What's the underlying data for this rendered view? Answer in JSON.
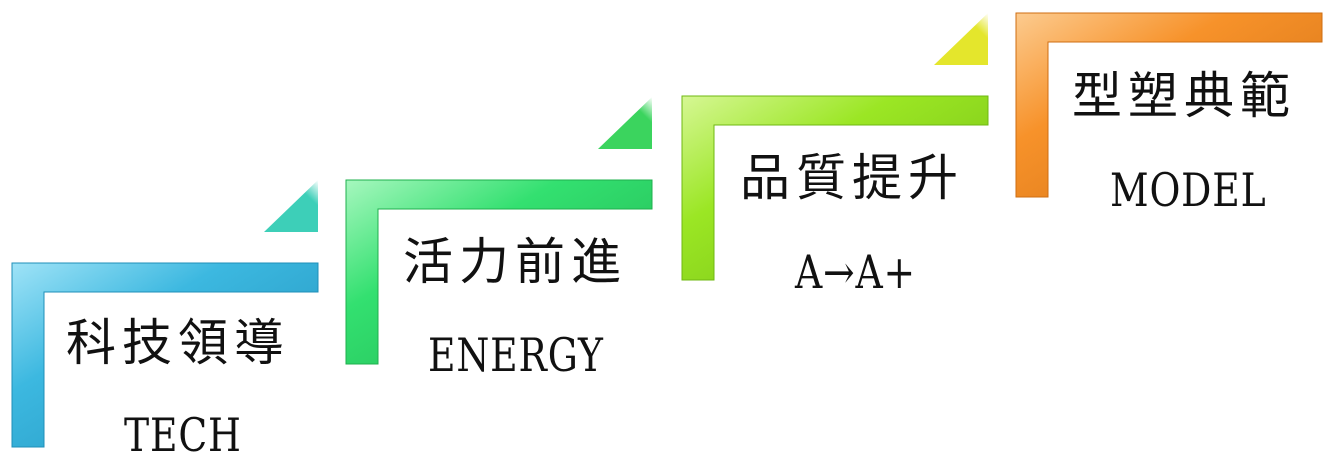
{
  "steps": [
    {
      "title": "科技領導",
      "subtitle": "TECH",
      "color": "#3cb8e0",
      "light": "#9fe3f7",
      "dark": "#1f8fb8",
      "tri": "#3dcfb8"
    },
    {
      "title": "活力前進",
      "subtitle": "ENERGY",
      "color": "#33e070",
      "light": "#a6f7be",
      "dark": "#1fb04e",
      "tri": "#3bd45e"
    },
    {
      "title": "品質提升",
      "subtitle": "A→A+",
      "color": "#9be624",
      "light": "#d6f794",
      "dark": "#6fb812",
      "tri": "#e4e62c"
    },
    {
      "title": "型塑典範",
      "subtitle": "MODEL",
      "color": "#f7922a",
      "light": "#fccb8f",
      "dark": "#cf6e12",
      "tri": "#f2d21e"
    }
  ]
}
